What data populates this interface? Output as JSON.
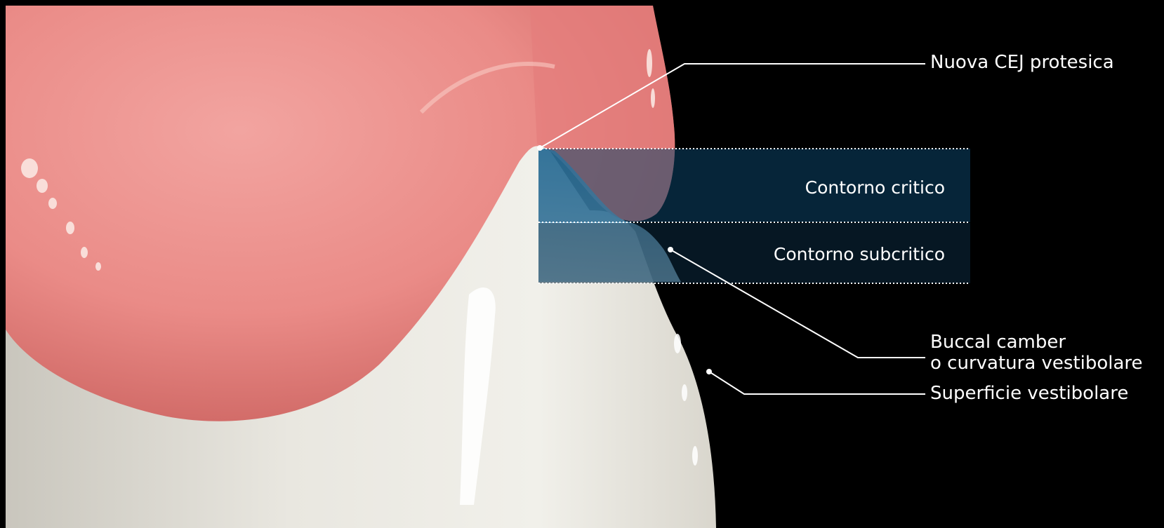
{
  "labels": {
    "nuova_cej": "Nuova CEJ protesica",
    "contorno_critico": "Contorno critico",
    "contorno_subcritico": "Contorno subcritico",
    "buccal_camber_line1": "Buccal camber",
    "buccal_camber_line2": "o curvatura vestibolare",
    "superficie_vestibolare": "Superficie vestibolare"
  },
  "colors": {
    "background": "#000000",
    "gingiva": "#e98a86",
    "tooth": "#e8e6df",
    "critical_zone": "#0b4468",
    "subcritical_zone": "#0b2a40",
    "annotation": "#ffffff"
  }
}
